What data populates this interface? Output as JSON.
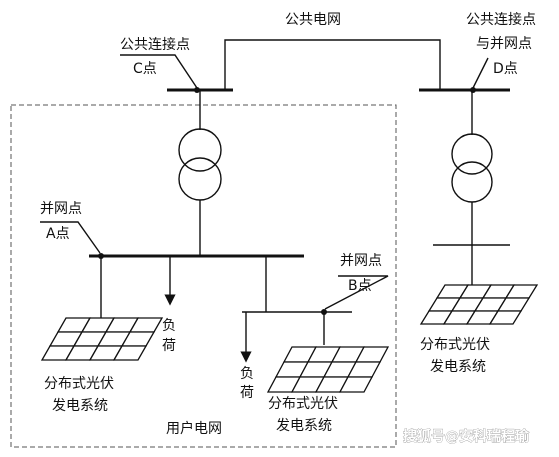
{
  "labels": {
    "public_grid": "公共电网",
    "c_point_line1": "公共连接点",
    "c_point_line2": "C点",
    "d_point_line1": "公共连接点",
    "d_point_line2": "与并网点",
    "d_point_line3": "D点",
    "a_point_line1": "并网点",
    "a_point_line2": "A点",
    "b_point_line1": "并网点",
    "b_point_line2": "B点",
    "load1_line1": "负",
    "load1_line2": "荷",
    "load2_line1": "负",
    "load2_line2": "荷",
    "pv1_line1": "分布式光伏",
    "pv1_line2": "发电系统",
    "pv2_line1": "分布式光伏",
    "pv2_line2": "发电系统",
    "pv3_line1": "分布式光伏",
    "pv3_line2": "发电系统",
    "user_grid": "用户电网",
    "watermark": "搜狐号@安科瑞程瑜"
  }
}
